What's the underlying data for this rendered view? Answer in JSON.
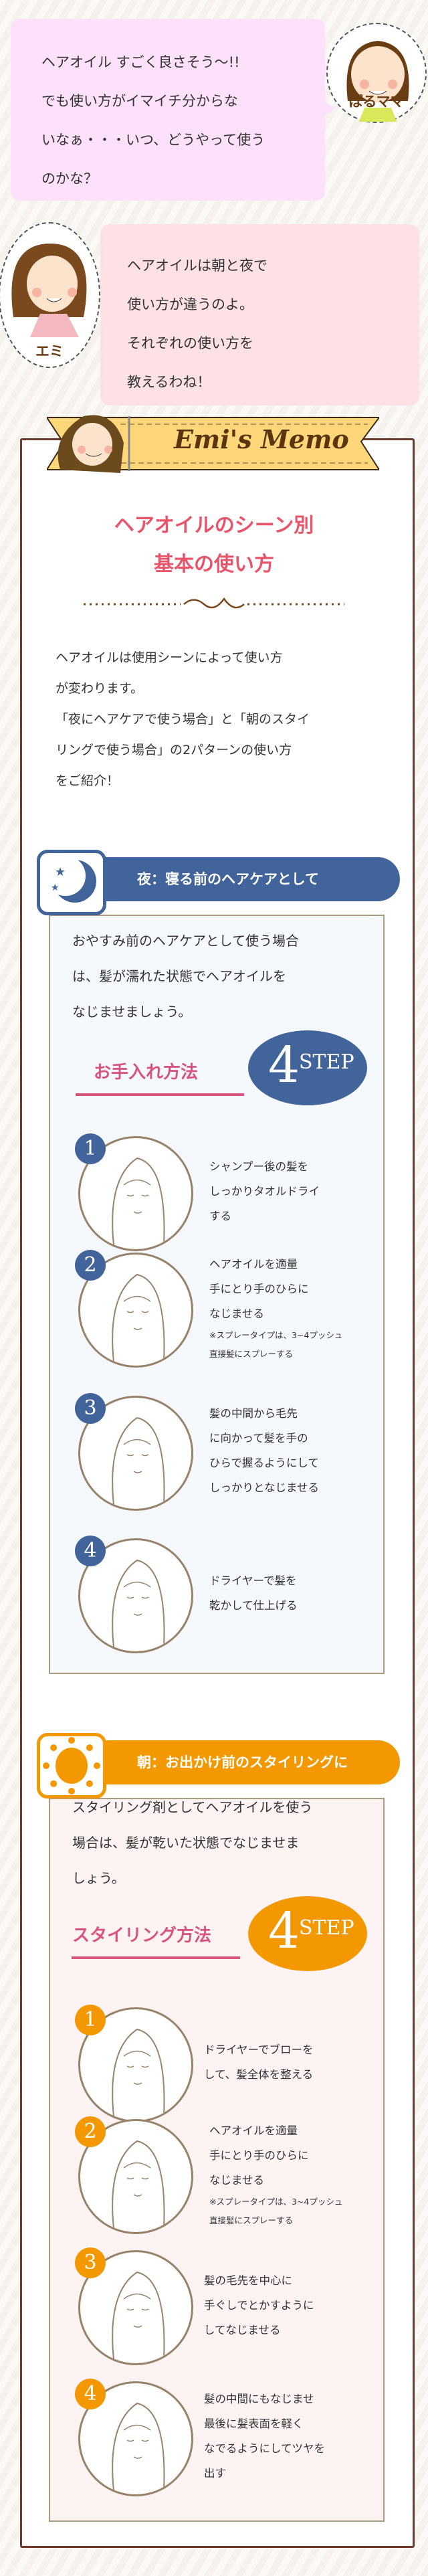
{
  "dialog": [
    {
      "speaker": "ぱるママ",
      "lines": [
        "ヘアオイル すごく良さそう～!!",
        "でも使い方がイマイチ分からな",
        "いなぁ・・・いつ、どうやって使う",
        "のかな？"
      ],
      "bubble_color": "#fde0fa"
    },
    {
      "speaker": "エミ",
      "lines": [
        "ヘアオイルは朝と夜で",
        "使い方が違うのよ。",
        "それぞれの使い方を",
        "教えるわね！"
      ],
      "bubble_color": "#fde1e4"
    }
  ],
  "memo": {
    "banner_title": "Emi's Memo",
    "title_lines": [
      "ヘアオイルのシーン別",
      "基本の使い方"
    ],
    "intro_lines": [
      "ヘアオイルは使用シーンによって使い方",
      "が変わります。",
      "「夜にヘアケアで使う場合」と「朝のスタイ",
      "リングで使う場合」の2パターンの使い方",
      "をご紹介！"
    ]
  },
  "sections": [
    {
      "key": "night",
      "icon": "moon-stars-icon",
      "color": "#41649a",
      "panel_bg": "#f5f9fe",
      "header": "夜：寝る前のヘアケアとして",
      "lines": [
        "おやすみ前のヘアケアとして使う場合",
        "は、髪が濡れた状態でヘアオイルを",
        "なじませましょう。"
      ],
      "method": "お手入れ方法",
      "step_count": "4",
      "step_word": "STEP",
      "steps": [
        {
          "num": "1",
          "lines": [
            "シャンプー後の髪を",
            "しっかりタオルドライ",
            "する"
          ]
        },
        {
          "num": "2",
          "lines": [
            "ヘアオイルを適量",
            "手にとり手のひらに",
            "なじませる"
          ],
          "note": [
            "※スプレータイプは、3~4プッシュ",
            "直接髪にスプレーする"
          ]
        },
        {
          "num": "3",
          "lines": [
            "髪の中間から毛先",
            "に向かって髪を手の",
            "ひらで握るようにして",
            "しっかりとなじませる"
          ]
        },
        {
          "num": "4",
          "lines": [
            "ドライヤーで髪を",
            "乾かして仕上げる"
          ]
        }
      ]
    },
    {
      "key": "morning",
      "icon": "sun-icon",
      "color": "#f39800",
      "panel_bg": "#fdf3f2",
      "header": "朝：お出かけ前のスタイリングに",
      "lines": [
        "スタイリング剤としてヘアオイルを使う",
        "場合は、髪が乾いた状態でなじませま",
        "しょう。"
      ],
      "method": "スタイリング方法",
      "step_count": "4",
      "step_word": "STEP",
      "steps": [
        {
          "num": "1",
          "lines": [
            "ドライヤーでブローを",
            "して、髪全体を整える"
          ]
        },
        {
          "num": "2",
          "lines": [
            "ヘアオイルを適量",
            "手にとり手のひらに",
            "なじませる"
          ],
          "note": [
            "※スプレータイプは、3~4プッシュ",
            "直接髪にスプレーする"
          ]
        },
        {
          "num": "3",
          "lines": [
            "髪の毛先を中心に",
            "手ぐしでとかすように",
            "してなじませる"
          ]
        },
        {
          "num": "4",
          "lines": [
            "髪の中間にもなじませ",
            "最後に髪表面を軽く",
            "なでるようにしてツヤを",
            "出す"
          ]
        }
      ]
    }
  ]
}
